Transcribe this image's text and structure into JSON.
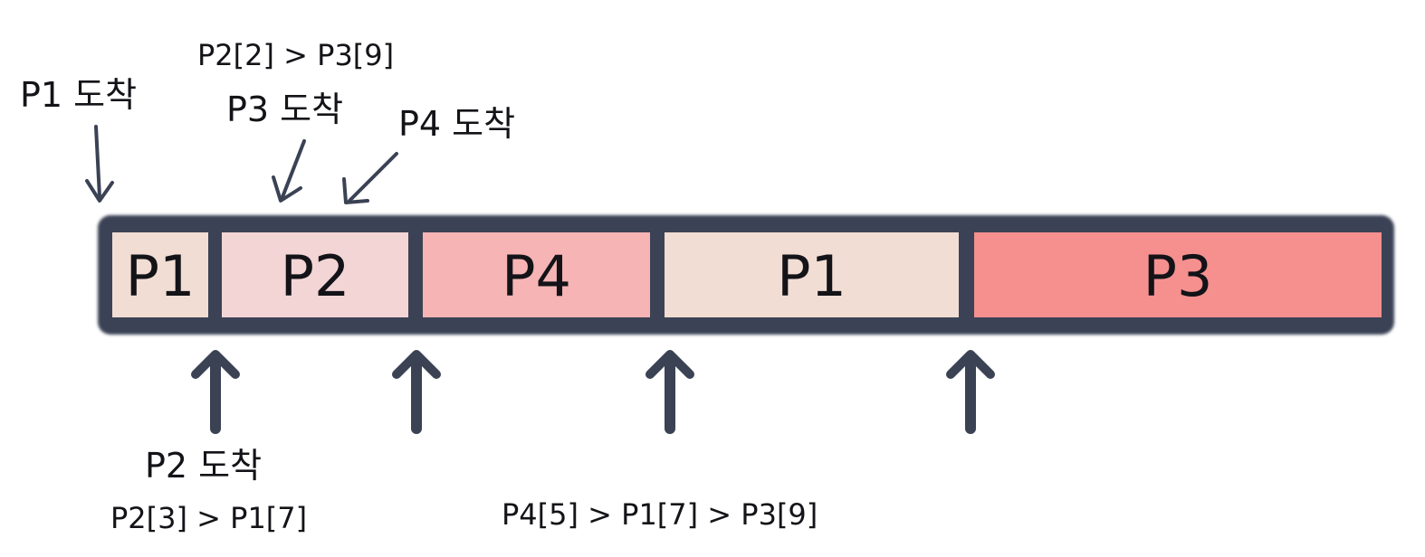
{
  "colors": {
    "frame": "#3a4254",
    "ink": "#131318",
    "seg_beige": "#f1ddd3",
    "seg_light_pink": "#f3d5d6",
    "seg_pink": "#f6b4b4",
    "seg_salmon": "#f5908f"
  },
  "timeline": {
    "segments": [
      {
        "label": "P1",
        "color": "#f1ddd3"
      },
      {
        "label": "P2",
        "color": "#f3d5d6"
      },
      {
        "label": "P4",
        "color": "#f6b4b4"
      },
      {
        "label": "P1",
        "color": "#f1ddd3"
      },
      {
        "label": "P3",
        "color": "#f5908f"
      }
    ]
  },
  "annotations": {
    "p1_arrive": "P1 도착",
    "p2_arrive": "P2 도착",
    "p3_arrive": "P3 도착",
    "p4_arrive": "P4 도착",
    "compare_top": "P2[2] > P3[9]",
    "compare_p2": "P2[3] > P1[7]",
    "compare_p4": "P4[5] > P1[7] > P3[9]"
  }
}
